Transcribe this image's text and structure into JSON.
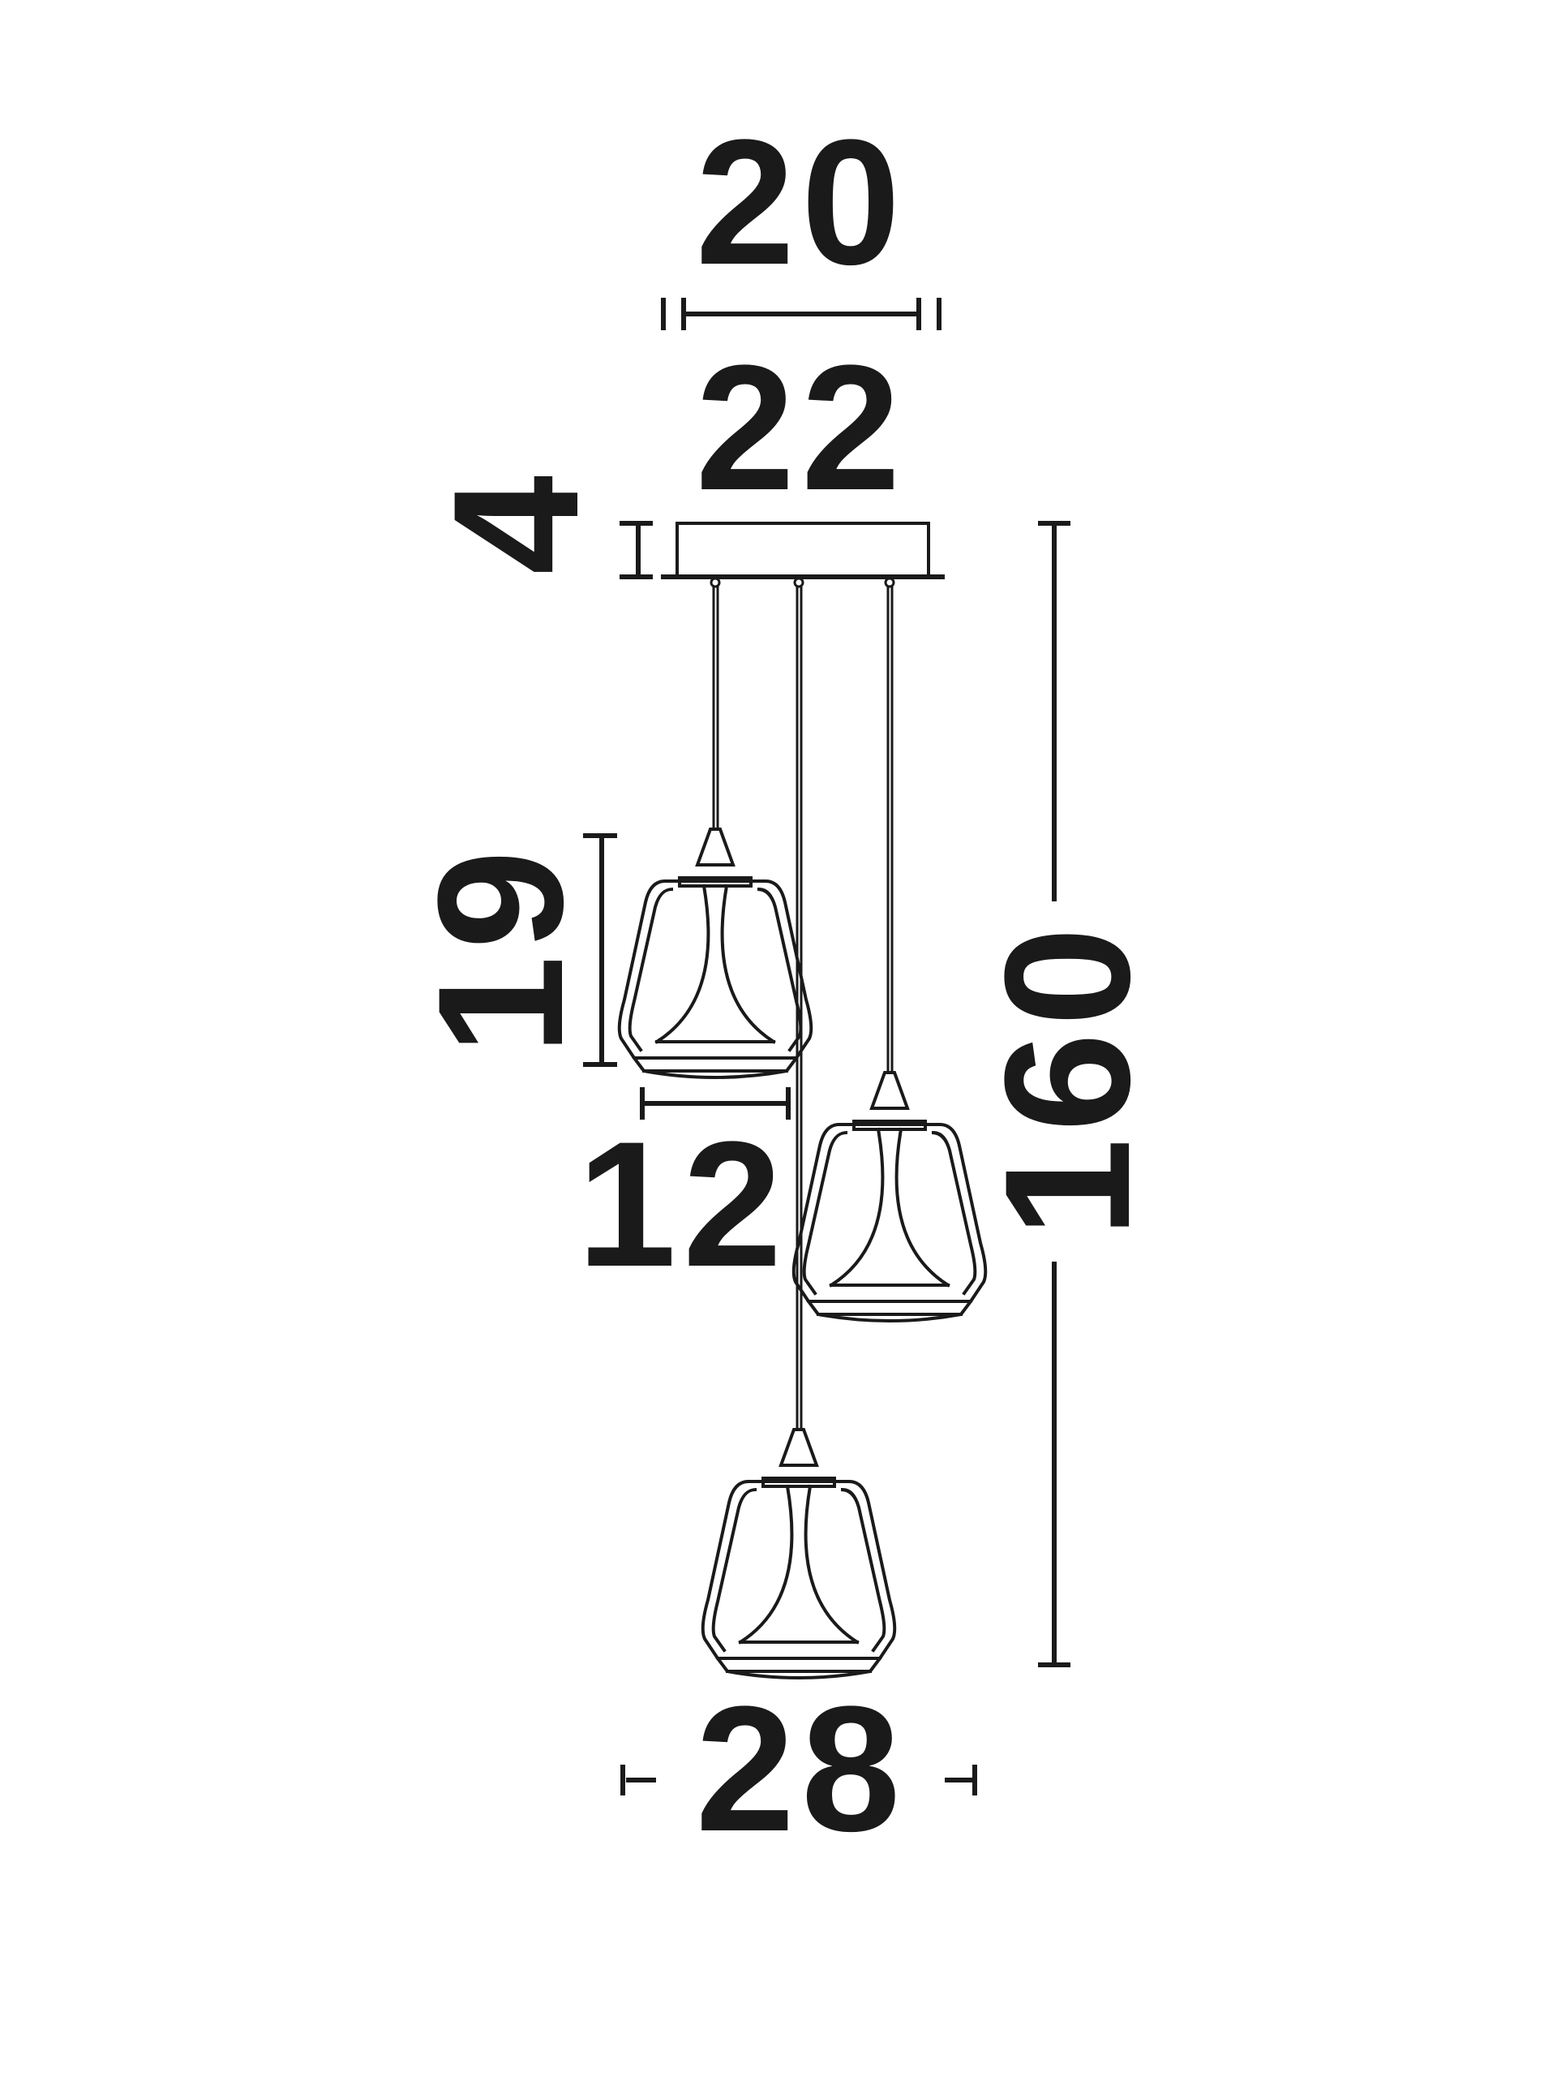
{
  "colors": {
    "ink": "#1a1a1a",
    "background": "#ffffff"
  },
  "dimensions": {
    "canopy_diameter": "20",
    "canopy_base_width": "22",
    "canopy_height": "4",
    "shade_height": "19",
    "shade_diameter": "12",
    "overall_height": "160",
    "overall_spread": "28"
  }
}
